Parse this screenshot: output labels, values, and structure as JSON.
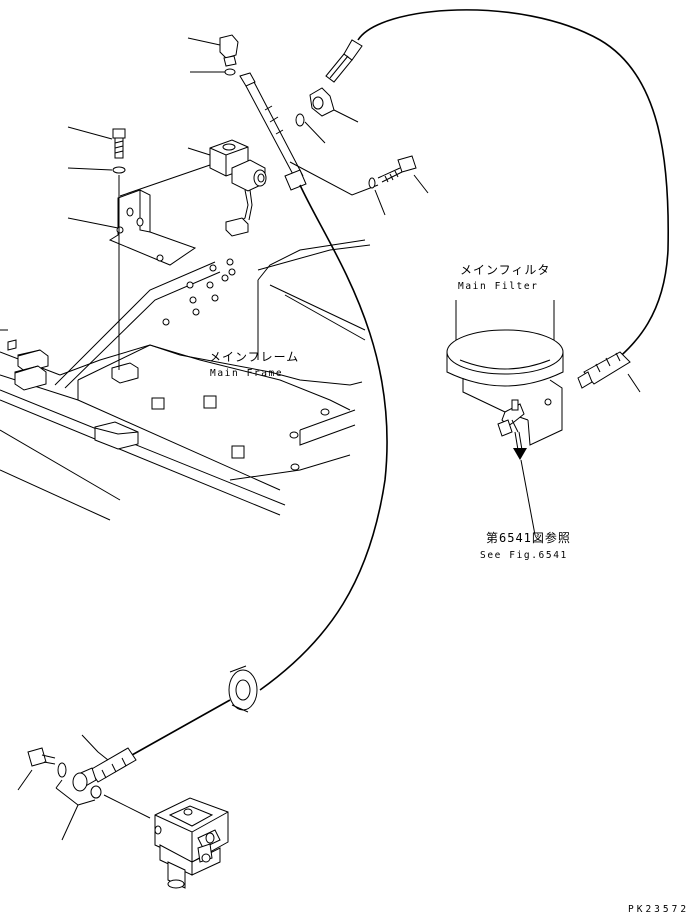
{
  "labels": {
    "main_filter_jp": "メインフィルタ",
    "main_filter_en": "Main Filter",
    "main_frame_jp": "メインフレーム",
    "main_frame_en": "Main Frame",
    "ref_jp": "第6541図参照",
    "ref_en": "See Fig.6541",
    "drawing_code": "PK23572"
  }
}
